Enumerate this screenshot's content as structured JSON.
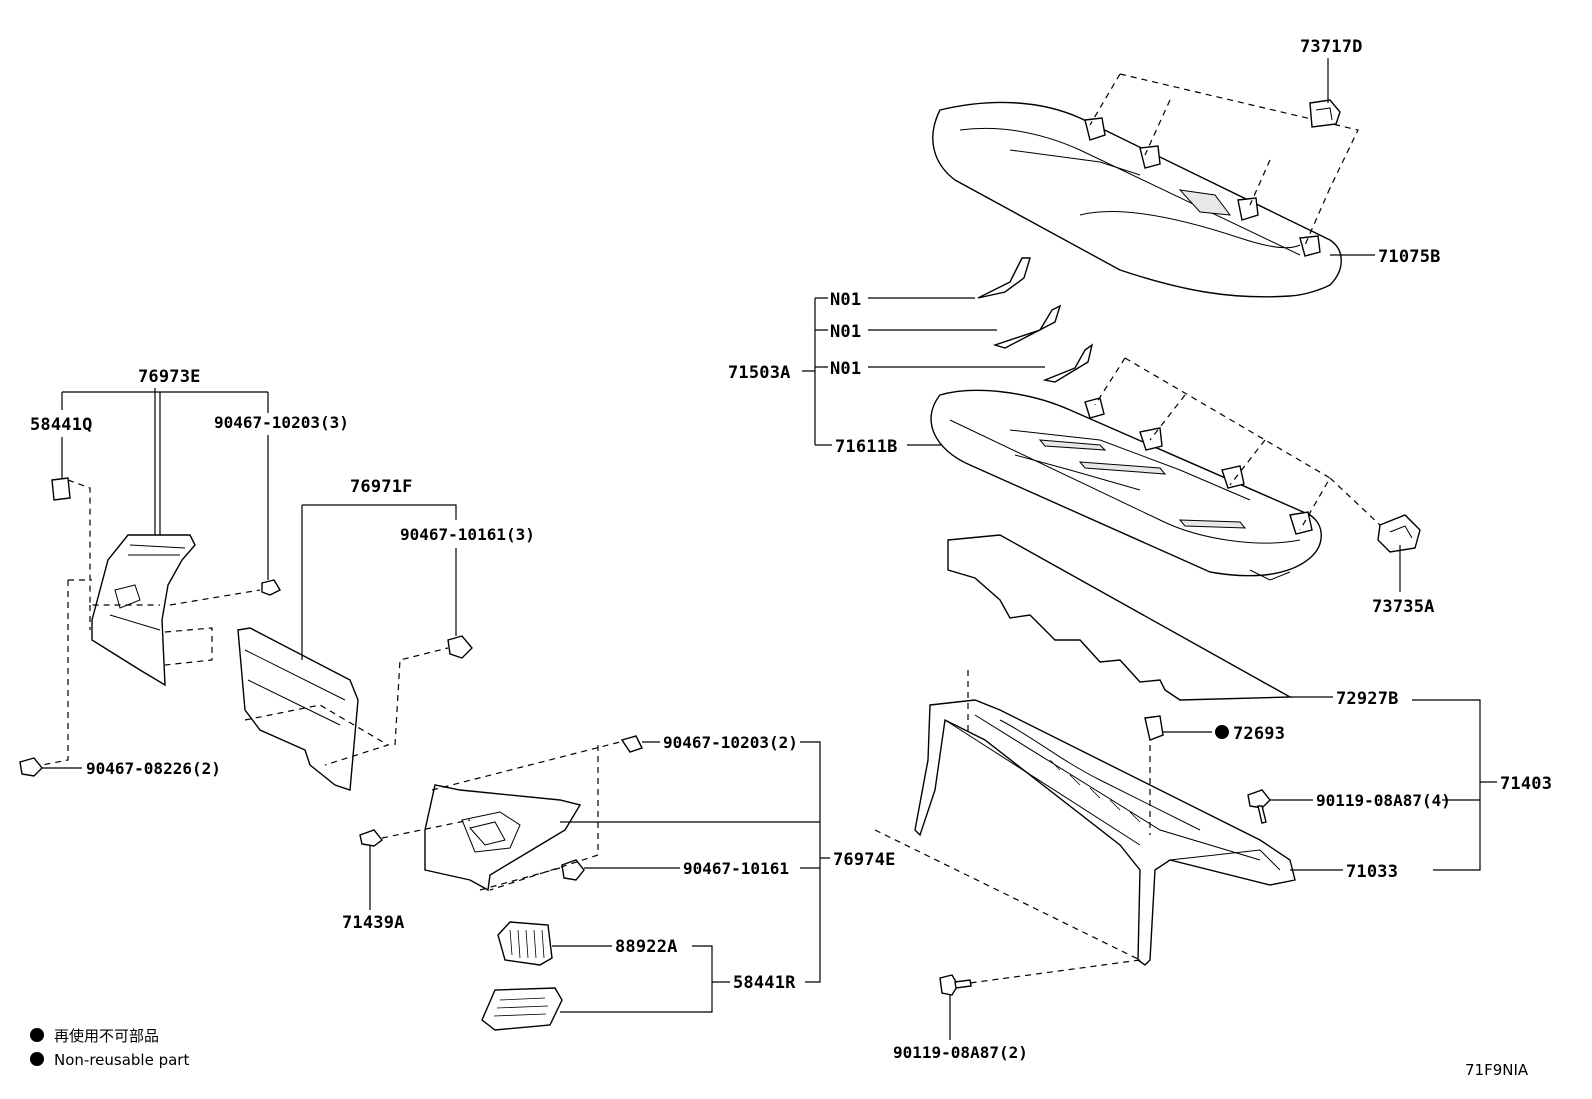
{
  "labels": {
    "p73717D": "73717D",
    "p71075B": "71075B",
    "pN01a": "N01",
    "pN01b": "N01",
    "pN01c": "N01",
    "p71503A": "71503A",
    "p71611B": "71611B",
    "p73735A": "73735A",
    "p72927B": "72927B",
    "p72693": "72693",
    "p71403": "71403",
    "p90119_4": "90119-08A87(4)",
    "p71033": "71033",
    "p90119_2": "90119-08A87(2)",
    "p76973E": "76973E",
    "p58441Q": "58441Q",
    "p90467_10203_3": "90467-10203(3)",
    "p76971F": "76971F",
    "p90467_10161_3": "90467-10161(3)",
    "p90467_08226": "90467-08226(2)",
    "p90467_10203_2": "90467-10203(2)",
    "p76974E": "76974E",
    "p90467_10161": "90467-10161",
    "p71439A": "71439A",
    "p88922A": "88922A",
    "p58441R": "58441R"
  },
  "legend": {
    "jp": "再使用不可部品",
    "en": "Non-reusable part"
  },
  "diagram_code": "71F9NIA"
}
